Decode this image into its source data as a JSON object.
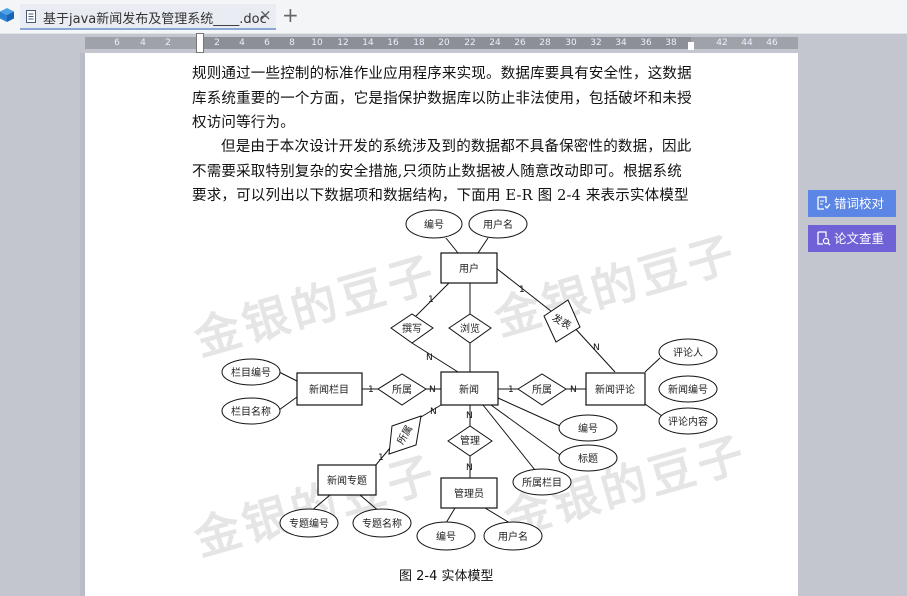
{
  "window": {
    "tab_title": "基于java新闻发布及管理系统____.doc",
    "close_icon": "×",
    "new_tab_icon": "+"
  },
  "ruler": {
    "ticks": [
      "6",
      "4",
      "2",
      "2",
      "4",
      "6",
      "8",
      "10",
      "12",
      "14",
      "16",
      "18",
      "20",
      "22",
      "24",
      "26",
      "28",
      "30",
      "32",
      "34",
      "36",
      "38",
      "42",
      "44",
      "46"
    ]
  },
  "document": {
    "paragraph1": "规则通过一些控制的标准作业应用程序来实现。数据库要具有安全性，这数据库系统重要的一个方面，它是指保护数据库以防止非法使用，包括破坏和未授权访问等行为。",
    "paragraph2": "但是由于本次设计开发的系统涉及到的数据都不具备保密性的数据，因此不需要采取特别复杂的安全措施,只须防止数据被人随意改动即可。根据系统要求，可以列出以下数据项和数据结构，下面用 E-R 图 2-4 来表示实体模型",
    "caption": "图 2-4 实体模型",
    "watermark": "金银的豆子"
  },
  "er_diagram": {
    "entities": [
      "用户",
      "新闻",
      "新闻栏目",
      "新闻评论",
      "新闻专题",
      "管理员"
    ],
    "relationships": [
      "撰写",
      "浏览",
      "发表",
      "所属",
      "所属",
      "所属",
      "管理"
    ],
    "attributes": {
      "用户": [
        "编号",
        "用户名"
      ],
      "新闻栏目": [
        "栏目编号",
        "栏目名称"
      ],
      "新闻评论": [
        "评论人",
        "新闻编号",
        "评论内容"
      ],
      "新闻": [
        "编号",
        "标题",
        "所属栏目"
      ],
      "新闻专题": [
        "专题编号",
        "专题名称"
      ],
      "管理员": [
        "编号",
        "用户名"
      ]
    },
    "cardinality": {
      "one": "1",
      "many": "N"
    }
  },
  "side_panel": {
    "proofread_label": "错词校对",
    "plagiarism_label": "论文查重",
    "proofread_color": "#5b86e5",
    "plagiarism_color": "#6f62d6"
  }
}
